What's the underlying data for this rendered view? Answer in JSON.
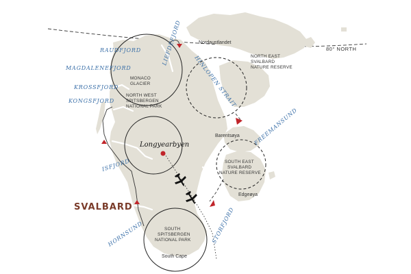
{
  "title": "SVALBARD",
  "latitude_line": "80° NORTH",
  "town": "Longyearbyen",
  "colors": {
    "land": "#e3e0d6",
    "route": "#c0252a",
    "fjord_text": "#3a6fa8",
    "title": "#7a3b2a"
  },
  "places": {
    "nordaustlandet": "Nordaustlandet",
    "barentsoya": "Barentsøya",
    "edgeoya": "Edgeøya",
    "south_cape": "South Cape",
    "monaco_glacier": [
      "MONACO",
      "GLACIER"
    ]
  },
  "reserves": {
    "north_west": [
      "NORTH WEST",
      "SPITSBERGEN",
      "NATIONAL PARK"
    ],
    "north_east": [
      "NORTH EAST",
      "SVALBARD",
      "NATURE RESERVE"
    ],
    "south_east": [
      "SOUTH EAST",
      "SVALBARD",
      "NATURE RESERVE"
    ],
    "south": [
      "SOUTH",
      "SPITSBERGEN",
      "NATIONAL PARK"
    ]
  },
  "fjords": {
    "raudfjord": "RAUDFJORD",
    "liefdefjord": "LIEFDEFJORD",
    "magdalenefjord": "MAGDALENEFJORD",
    "krossfjord": "KROSSFJORD",
    "kongsfjord": "KONGSFJORD",
    "hinlopen": "HINLOPEN STRAIT",
    "freemansund": "FREEMANSUND",
    "isfjord": "ISFJORD",
    "hornsund": "HORNSUND",
    "storfjord": "STORFJORD"
  },
  "icons": [
    "airplane-icon",
    "town-marker-icon",
    "route-arrow-icon"
  ]
}
